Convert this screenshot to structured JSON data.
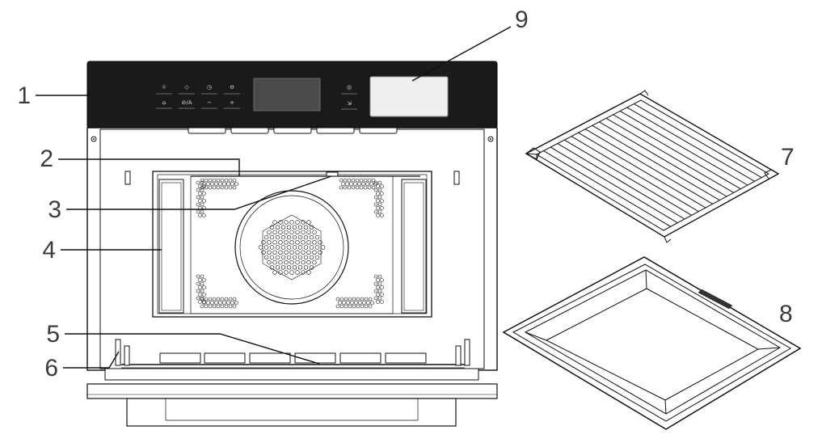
{
  "callouts": [
    {
      "id": "1",
      "label": "1"
    },
    {
      "id": "2",
      "label": "2"
    },
    {
      "id": "3",
      "label": "3"
    },
    {
      "id": "4",
      "label": "4"
    },
    {
      "id": "5",
      "label": "5"
    },
    {
      "id": "6",
      "label": "6"
    },
    {
      "id": "7",
      "label": "7"
    },
    {
      "id": "8",
      "label": "8"
    },
    {
      "id": "9",
      "label": "9"
    }
  ],
  "control_panel": {
    "top_row": [
      "☼",
      "◇",
      "◷",
      "⊖"
    ],
    "bottom_row": [
      "⌂",
      "⊘/A",
      "−",
      "+"
    ],
    "right_top": "◎",
    "right_bottom": "⇲"
  },
  "colors": {
    "panel": "#1a1a1a",
    "line": "#111111",
    "label": "#3c3c3c",
    "display": "#4a4a4a",
    "card_window": "#efefef"
  }
}
